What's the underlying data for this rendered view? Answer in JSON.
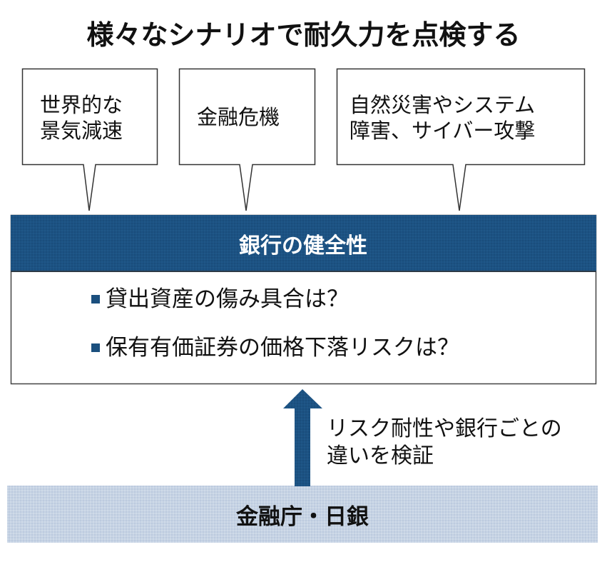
{
  "title": "様々なシナリオで耐久力を点検する",
  "scenarios": [
    {
      "lines": [
        "世界的な",
        "景気減速"
      ]
    },
    {
      "lines": [
        "金融危機"
      ]
    },
    {
      "lines": [
        "自然災害やシステム",
        "障害、サイバー攻撃"
      ]
    }
  ],
  "bank_box": {
    "header": "銀行の健全性",
    "bullets": [
      "貸出資産の傷み具合は？",
      "保有有価証券の価格下落リスクは？"
    ]
  },
  "arrow": {
    "direction": "up",
    "label_lines": [
      "リスク耐性や銀行ごとの",
      "違いを検証"
    ]
  },
  "regulator_box": {
    "label": "金融庁・日銀"
  },
  "colors": {
    "navy": "#1b4f7e",
    "light_band": "#c9d6e6",
    "border": "#333333"
  }
}
